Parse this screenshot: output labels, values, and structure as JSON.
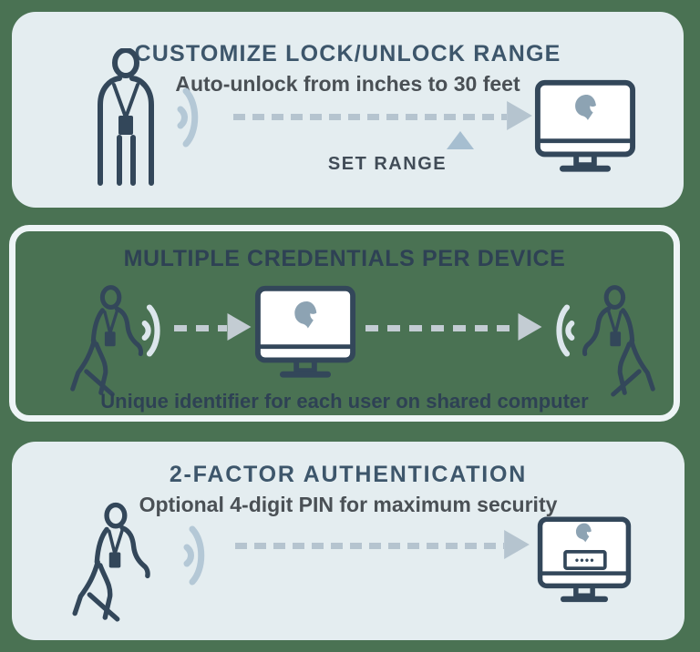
{
  "page": {
    "description": "Proximity lock feature infographic, three panels"
  },
  "colors": {
    "background_green": "#4a7253",
    "panel_fill": "#e4edf0",
    "panel_outline_border": "#eef4f6",
    "figure_navy": "#33475a",
    "title_blue": "#3d566b",
    "title_dark_navy": "#2e4154",
    "subtitle_grey": "#4a5055",
    "wave_blue": "#b4c8d6",
    "wave_light": "#dce6ec",
    "dash_blue": "#b5c4cf",
    "dash_mid": "#c3ccd3",
    "helmet_logo": "#8da3b3",
    "set_range_triangle": "#a6bed0"
  },
  "panel_range": {
    "title": "CUSTOMIZE LOCK/UNLOCK RANGE",
    "subtitle": "Auto-unlock from inches to 30 feet",
    "callout": "SET RANGE"
  },
  "panel_credentials": {
    "title": "MULTIPLE CREDENTIALS PER DEVICE",
    "caption": "Unique identifier for each user on shared computer"
  },
  "panel_2fa": {
    "title": "2-FACTOR AUTHENTICATION",
    "subtitle": "Optional 4-digit PIN for maximum security",
    "pin_dots": "••••"
  },
  "icons": {
    "standing_person": "person with lanyard badge",
    "walking_person": "walking person with lanyard badge",
    "signal_waves": "proximity signal arcs",
    "dashed_arrow": "wireless range arrow",
    "monitor": "desktop computer with helmet logo",
    "monitor_pin": "desktop computer with helmet logo and 4-digit PIN field",
    "helmet_logo": "spartan helmet brand mark"
  }
}
